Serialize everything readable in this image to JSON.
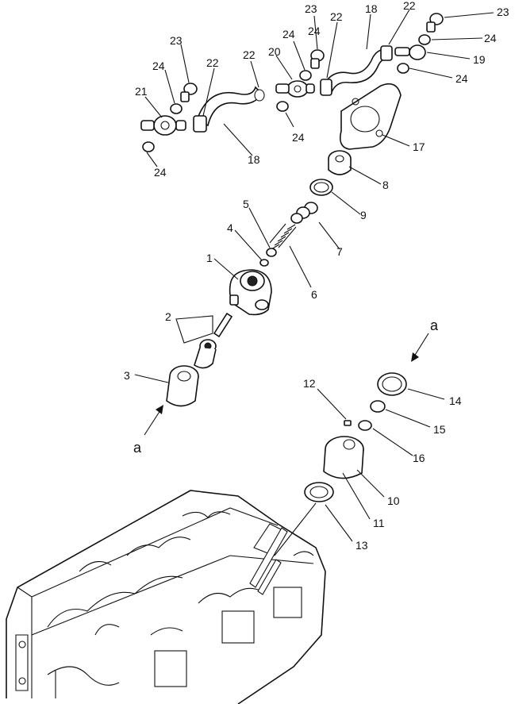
{
  "callouts": [
    {
      "id": "c1",
      "text": "1"
    },
    {
      "id": "c2",
      "text": "2"
    },
    {
      "id": "c3",
      "text": "3"
    },
    {
      "id": "c4",
      "text": "4"
    },
    {
      "id": "c5",
      "text": "5"
    },
    {
      "id": "c6",
      "text": "6"
    },
    {
      "id": "c7",
      "text": "7"
    },
    {
      "id": "c8",
      "text": "8"
    },
    {
      "id": "c9",
      "text": "9"
    },
    {
      "id": "c10",
      "text": "10"
    },
    {
      "id": "c11",
      "text": "11"
    },
    {
      "id": "c12",
      "text": "12"
    },
    {
      "id": "c13",
      "text": "13"
    },
    {
      "id": "c14",
      "text": "14"
    },
    {
      "id": "c15",
      "text": "15"
    },
    {
      "id": "c16",
      "text": "16"
    },
    {
      "id": "c17",
      "text": "17"
    },
    {
      "id": "c18a",
      "text": "18"
    },
    {
      "id": "c18b",
      "text": "18"
    },
    {
      "id": "c19",
      "text": "19"
    },
    {
      "id": "c20",
      "text": "20"
    },
    {
      "id": "c21",
      "text": "21"
    },
    {
      "id": "c22a",
      "text": "22"
    },
    {
      "id": "c22b",
      "text": "22"
    },
    {
      "id": "c22c",
      "text": "22"
    },
    {
      "id": "c22d",
      "text": "22"
    },
    {
      "id": "c23a",
      "text": "23"
    },
    {
      "id": "c23b",
      "text": "23"
    },
    {
      "id": "c23c",
      "text": "23"
    },
    {
      "id": "c24a",
      "text": "24"
    },
    {
      "id": "c24b",
      "text": "24"
    },
    {
      "id": "c24c",
      "text": "24"
    },
    {
      "id": "c24d",
      "text": "24"
    },
    {
      "id": "c24e",
      "text": "24"
    },
    {
      "id": "c24f",
      "text": "24"
    },
    {
      "id": "c24g",
      "text": "24"
    }
  ],
  "connectors": [
    {
      "id": "a1",
      "text": "a"
    },
    {
      "id": "a2",
      "text": "a"
    }
  ]
}
